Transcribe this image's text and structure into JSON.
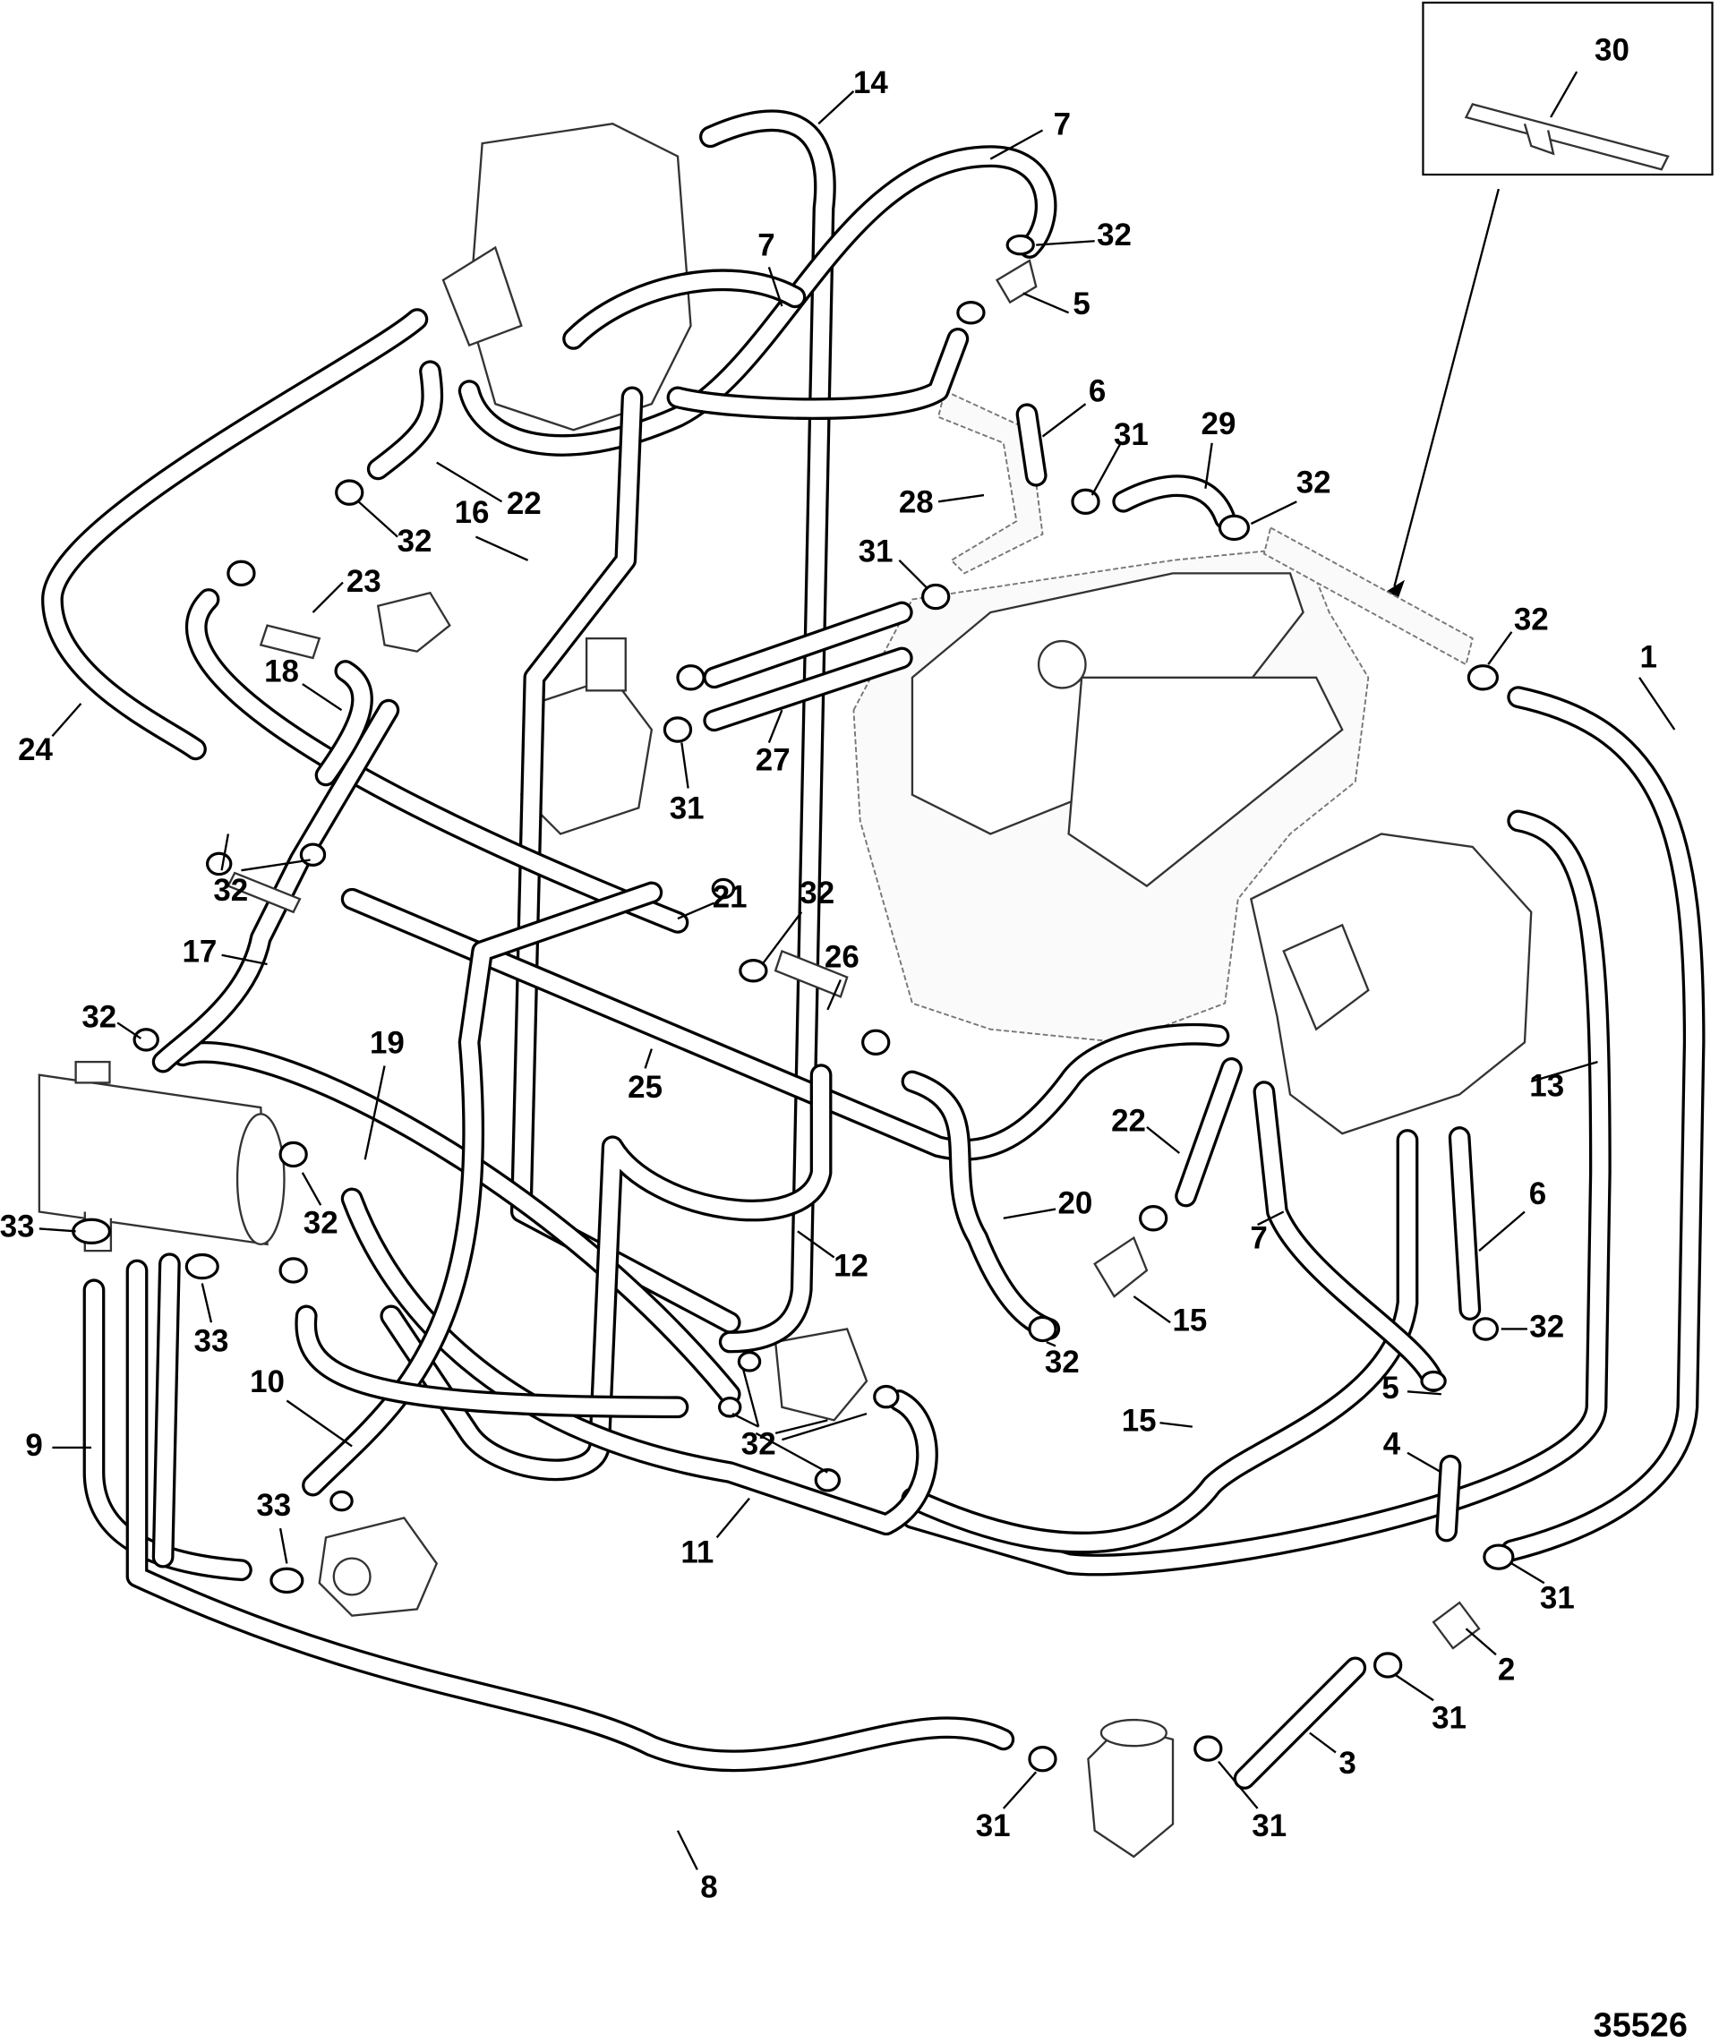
{
  "diagram": {
    "figure_number": "35526",
    "inset_label": "30",
    "labels": [
      "30",
      "14",
      "7",
      "32",
      "7",
      "5",
      "6",
      "31",
      "29",
      "22",
      "16",
      "32",
      "28",
      "32",
      "23",
      "31",
      "32",
      "1",
      "18",
      "27",
      "31",
      "24",
      "32",
      "21",
      "32",
      "26",
      "17",
      "32",
      "19",
      "25",
      "13",
      "22",
      "20",
      "12",
      "6",
      "33",
      "32",
      "7",
      "33",
      "32",
      "32",
      "15",
      "10",
      "5",
      "32",
      "15",
      "9",
      "4",
      "33",
      "11",
      "31",
      "2",
      "31",
      "3",
      "31",
      "31",
      "8"
    ]
  }
}
